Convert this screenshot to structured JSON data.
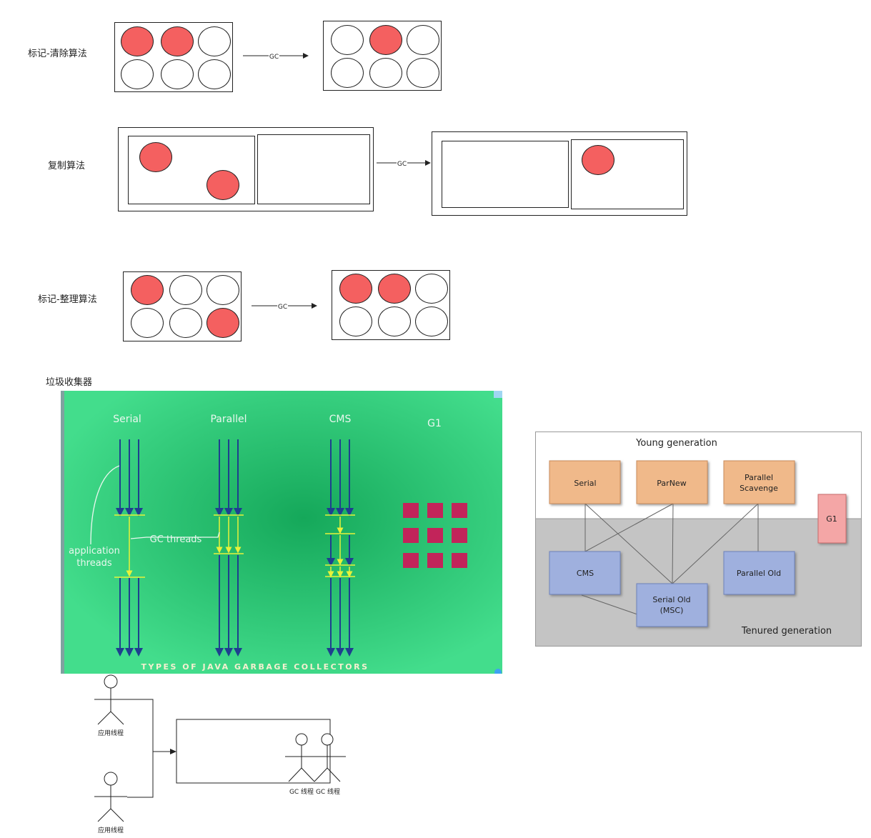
{
  "sections": {
    "mark_sweep": "标记-清除算法",
    "copying": "复制算法",
    "mark_compact": "标记-整理算法",
    "collectors": "垃圾收集器"
  },
  "arrow_label": "GC",
  "gc_types_image": {
    "columns": [
      "Serial",
      "Parallel",
      "CMS",
      "G1"
    ],
    "annotation_app": "application\nthreads",
    "annotation_app_line1": "application",
    "annotation_app_line2": "threads",
    "annotation_gc": "GC threads",
    "footer": "TYPES OF JAVA GARBAGE COLLECTORS",
    "colors": {
      "bg": "#3fd985",
      "bg_center": "#15a85a",
      "arrow": "#1e3f8f",
      "gc": "#e8f23a",
      "g1_block": "#c2245a"
    }
  },
  "generations_image": {
    "young_title": "Young generation",
    "tenured_title": "Tenured generation",
    "young_collectors": [
      "Serial",
      "ParNew",
      "Parallel\nScavenge"
    ],
    "young_1": "Serial",
    "young_2": "ParNew",
    "young_3_line1": "Parallel",
    "young_3_line2": "Scavenge",
    "g1": "G1",
    "old_1": "CMS",
    "old_2_line1": "Serial Old",
    "old_2_line2": "(MSC)",
    "old_3": "Parallel Old",
    "colors": {
      "young_box": "#f0b98a",
      "old_box": "#9fb0de",
      "g1_box": "#f4a6a6",
      "tenured_bg": "#c4c4c4"
    }
  },
  "threads_diagram": {
    "app_thread": "应用线程",
    "gc_thread_1": "GC 线程",
    "gc_thread_2": "GC 线程"
  }
}
